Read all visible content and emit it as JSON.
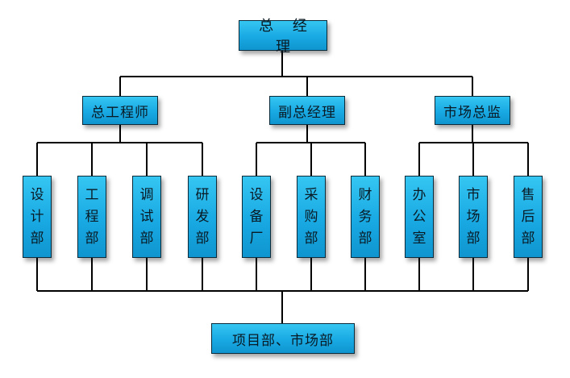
{
  "root": {
    "label": "总 经 理"
  },
  "level2": [
    {
      "label": "总工程师"
    },
    {
      "label": "副总经理"
    },
    {
      "label": "市场总监"
    }
  ],
  "departments": [
    {
      "label": "设计部"
    },
    {
      "label": "工程部"
    },
    {
      "label": "调试部"
    },
    {
      "label": "研发部"
    },
    {
      "label": "设备厂"
    },
    {
      "label": "采购部"
    },
    {
      "label": "财务部"
    },
    {
      "label": "办公室"
    },
    {
      "label": "市场部"
    },
    {
      "label": "售后部"
    }
  ],
  "bottom": {
    "label": "项目部、市场部"
  },
  "colors": {
    "box_fill": "#19a9e3",
    "box_border": "#0b2a3a",
    "line": "#000000"
  }
}
